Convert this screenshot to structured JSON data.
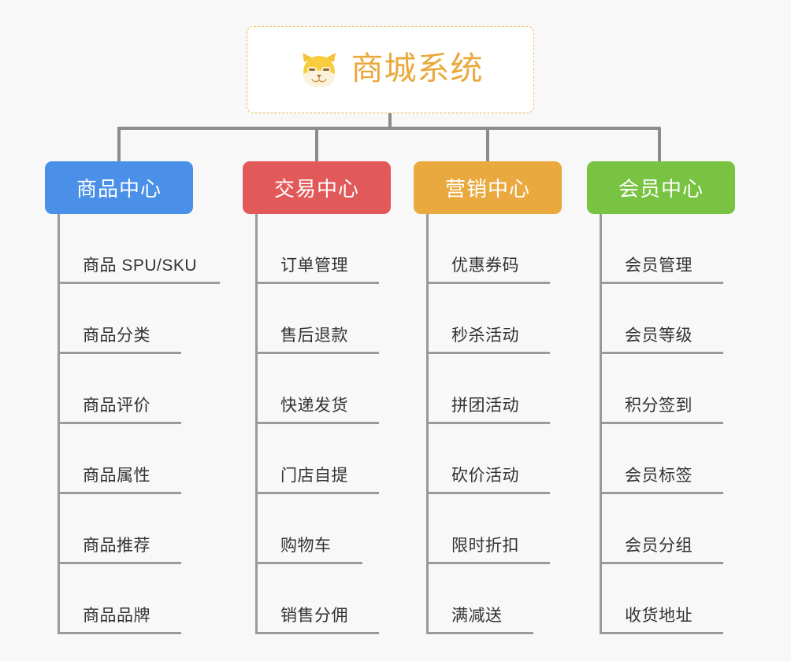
{
  "background_color": "#f8f8f8",
  "root": {
    "title": "商城系统",
    "icon": "shiba-dog-face-icon",
    "title_color": "#e9a93c",
    "border_color": "#f0b94a",
    "background_color": "#ffffff"
  },
  "columns": [
    {
      "header": "商品中心",
      "color": "#4a90e8",
      "items": [
        "商品 SPU/SKU",
        "商品分类",
        "商品评价",
        "商品属性",
        "商品推荐",
        "商品品牌"
      ]
    },
    {
      "header": "交易中心",
      "color": "#e2595a",
      "items": [
        "订单管理",
        "售后退款",
        "快递发货",
        "门店自提",
        "购物车",
        "销售分佣"
      ]
    },
    {
      "header": "营销中心",
      "color": "#eaa93f",
      "items": [
        "优惠券码",
        "秒杀活动",
        "拼团活动",
        "砍价活动",
        "限时折扣",
        "满减送"
      ]
    },
    {
      "header": "会员中心",
      "color": "#78c341",
      "items": [
        "会员管理",
        "会员等级",
        "积分签到",
        "会员标签",
        "会员分组",
        "收货地址"
      ]
    }
  ],
  "connector_color": "#8c8c8c",
  "rule_color": "#9a9a9a"
}
